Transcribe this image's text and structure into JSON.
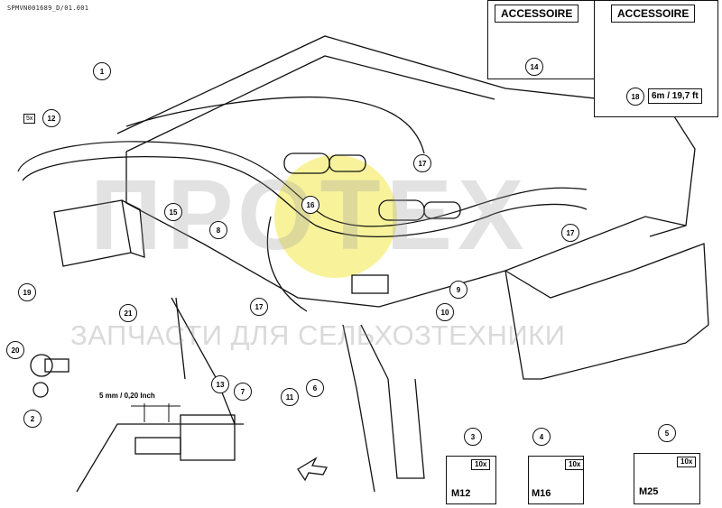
{
  "document_id": "SPMVN001689_D/01.001",
  "accessory_label": "ACCESSOIRE",
  "accessory_left": {
    "part": "14"
  },
  "accessory_right": {
    "part": "18",
    "length": "6m / 19,7 ft"
  },
  "watermark": {
    "logo_text": "ПРОТЕХ",
    "subtitle": "ЗАПЧАСТИ ДЛЯ СЕЛЬХОЗТЕХНИКИ",
    "accent_color": "#f5ef7a"
  },
  "multiplier": "5x",
  "dimension_label": "5 mm / 0,20 Inch",
  "callouts": [
    "1",
    "12",
    "17",
    "16",
    "15",
    "8",
    "17",
    "19",
    "21",
    "17",
    "9",
    "10",
    "20",
    "13",
    "7",
    "11",
    "6",
    "2"
  ],
  "hardware_packs": [
    {
      "callout": "3",
      "qty": "10x",
      "size": "M12"
    },
    {
      "callout": "4",
      "qty": "10x",
      "size": "M16"
    },
    {
      "callout": "5",
      "qty": "10x",
      "size": "M25"
    }
  ]
}
